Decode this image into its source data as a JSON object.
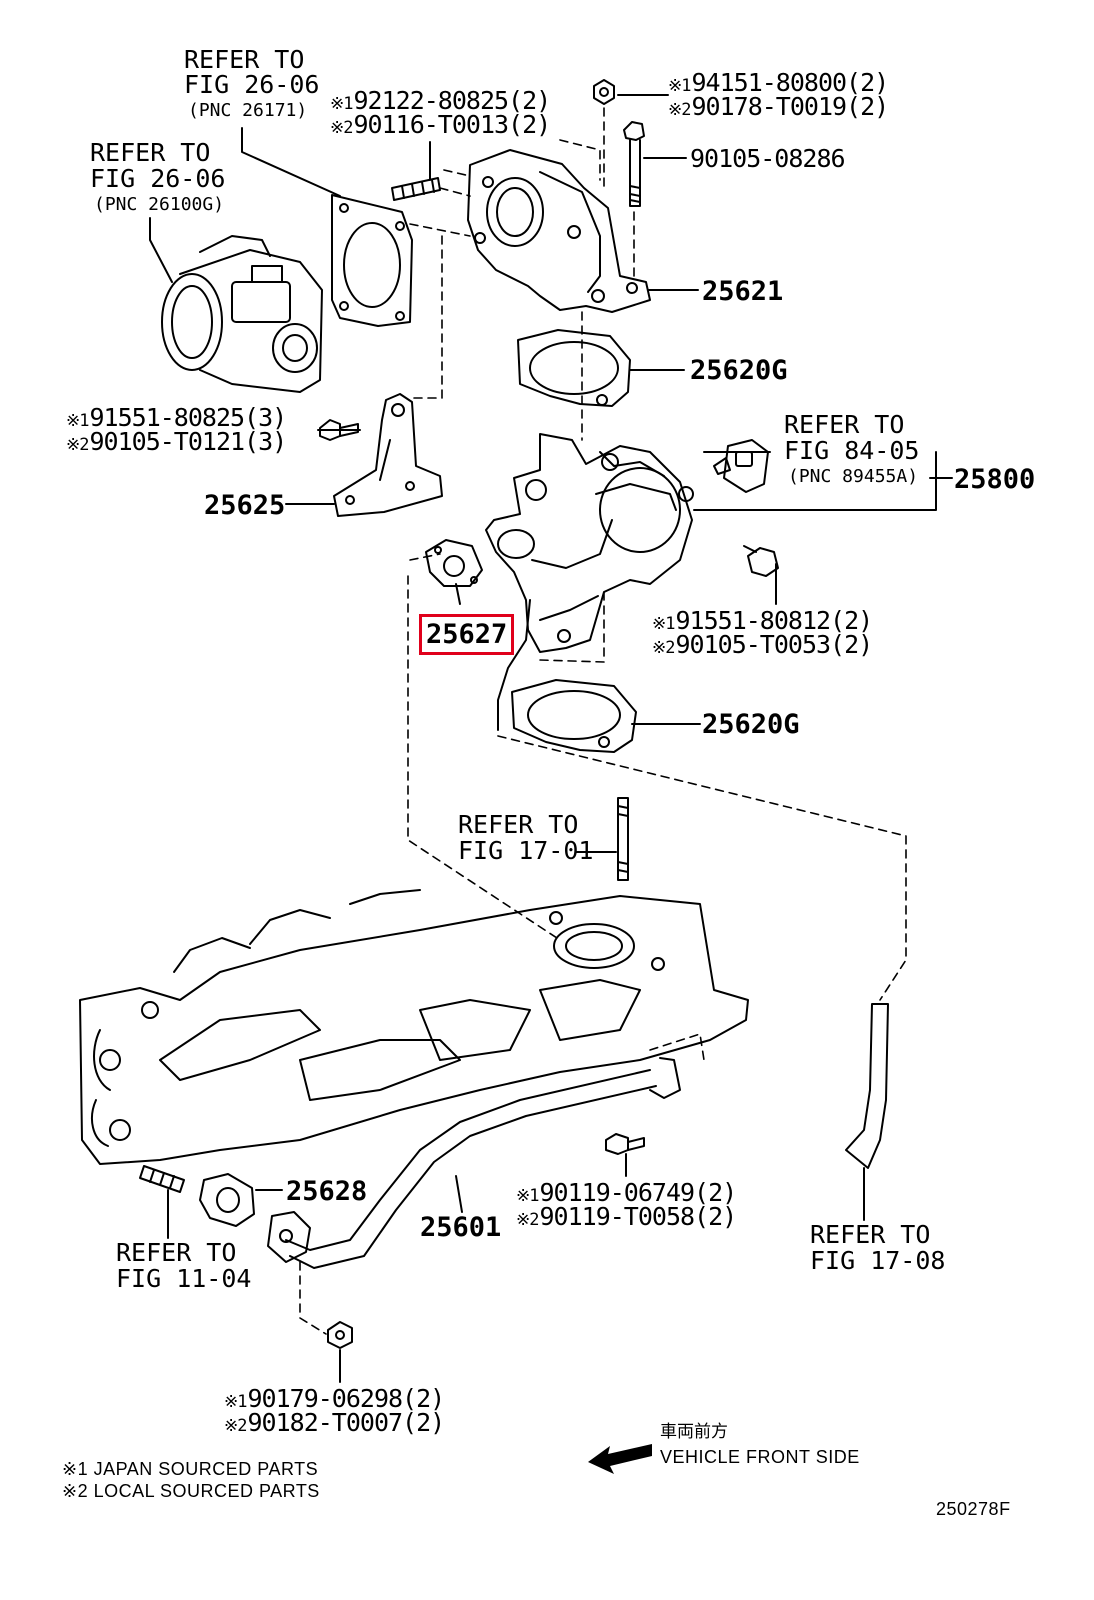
{
  "labels": {
    "refer_2606_a": {
      "line1": "REFER TO",
      "line2": "FIG 26-06",
      "pnc": "(PNC 26171)"
    },
    "refer_2606_b": {
      "line1": "REFER TO",
      "line2": "FIG 26-06",
      "pnc": "(PNC 26100G)"
    },
    "refer_8405": {
      "line1": "REFER TO",
      "line2": "FIG 84-05",
      "pnc": "(PNC 89455A)"
    },
    "refer_1701": {
      "line1": "REFER TO",
      "line2": "FIG 17-01"
    },
    "refer_1104": {
      "line1": "REFER TO",
      "line2": "FIG 11-04"
    },
    "refer_1708": {
      "line1": "REFER TO",
      "line2": "FIG 17-08"
    },
    "bolt_top": {
      "mark1": "※1",
      "pn1": "92122-80825(2)",
      "mark2": "※2",
      "pn2": "90116-T0013(2)"
    },
    "nut_top": {
      "mark1": "※1",
      "pn1": "94151-80800(2)",
      "mark2": "※2",
      "pn2": "90178-T0019(2)"
    },
    "bolt_long": {
      "pn": "90105-08286"
    },
    "bolt_bracket": {
      "mark1": "※1",
      "pn1": "91551-80825(3)",
      "mark2": "※2",
      "pn2": "90105-T0121(3)"
    },
    "bolt_valve": {
      "mark1": "※1",
      "pn1": "91551-80812(2)",
      "mark2": "※2",
      "pn2": "90105-T0053(2)"
    },
    "bolt_pipe": {
      "mark1": "※1",
      "pn1": "90119-06749(2)",
      "mark2": "※2",
      "pn2": "90119-T0058(2)"
    },
    "nut_bottom": {
      "mark1": "※1",
      "pn1": "90179-06298(2)",
      "mark2": "※2",
      "pn2": "90182-T0007(2)"
    },
    "p25621": "25621",
    "p25620g_a": "25620G",
    "p25620g_b": "25620G",
    "p25800": "25800",
    "p25625": "25625",
    "p25627": "25627",
    "p25628": "25628",
    "p25601": "25601"
  },
  "direction": {
    "ja": "車両前方",
    "en": "VEHICLE FRONT SIDE"
  },
  "legend": [
    "※1 JAPAN SOURCED PARTS",
    "※2 LOCAL SOURCED PARTS"
  ],
  "figure_code": "250278F",
  "highlight_color": "#e0001b"
}
